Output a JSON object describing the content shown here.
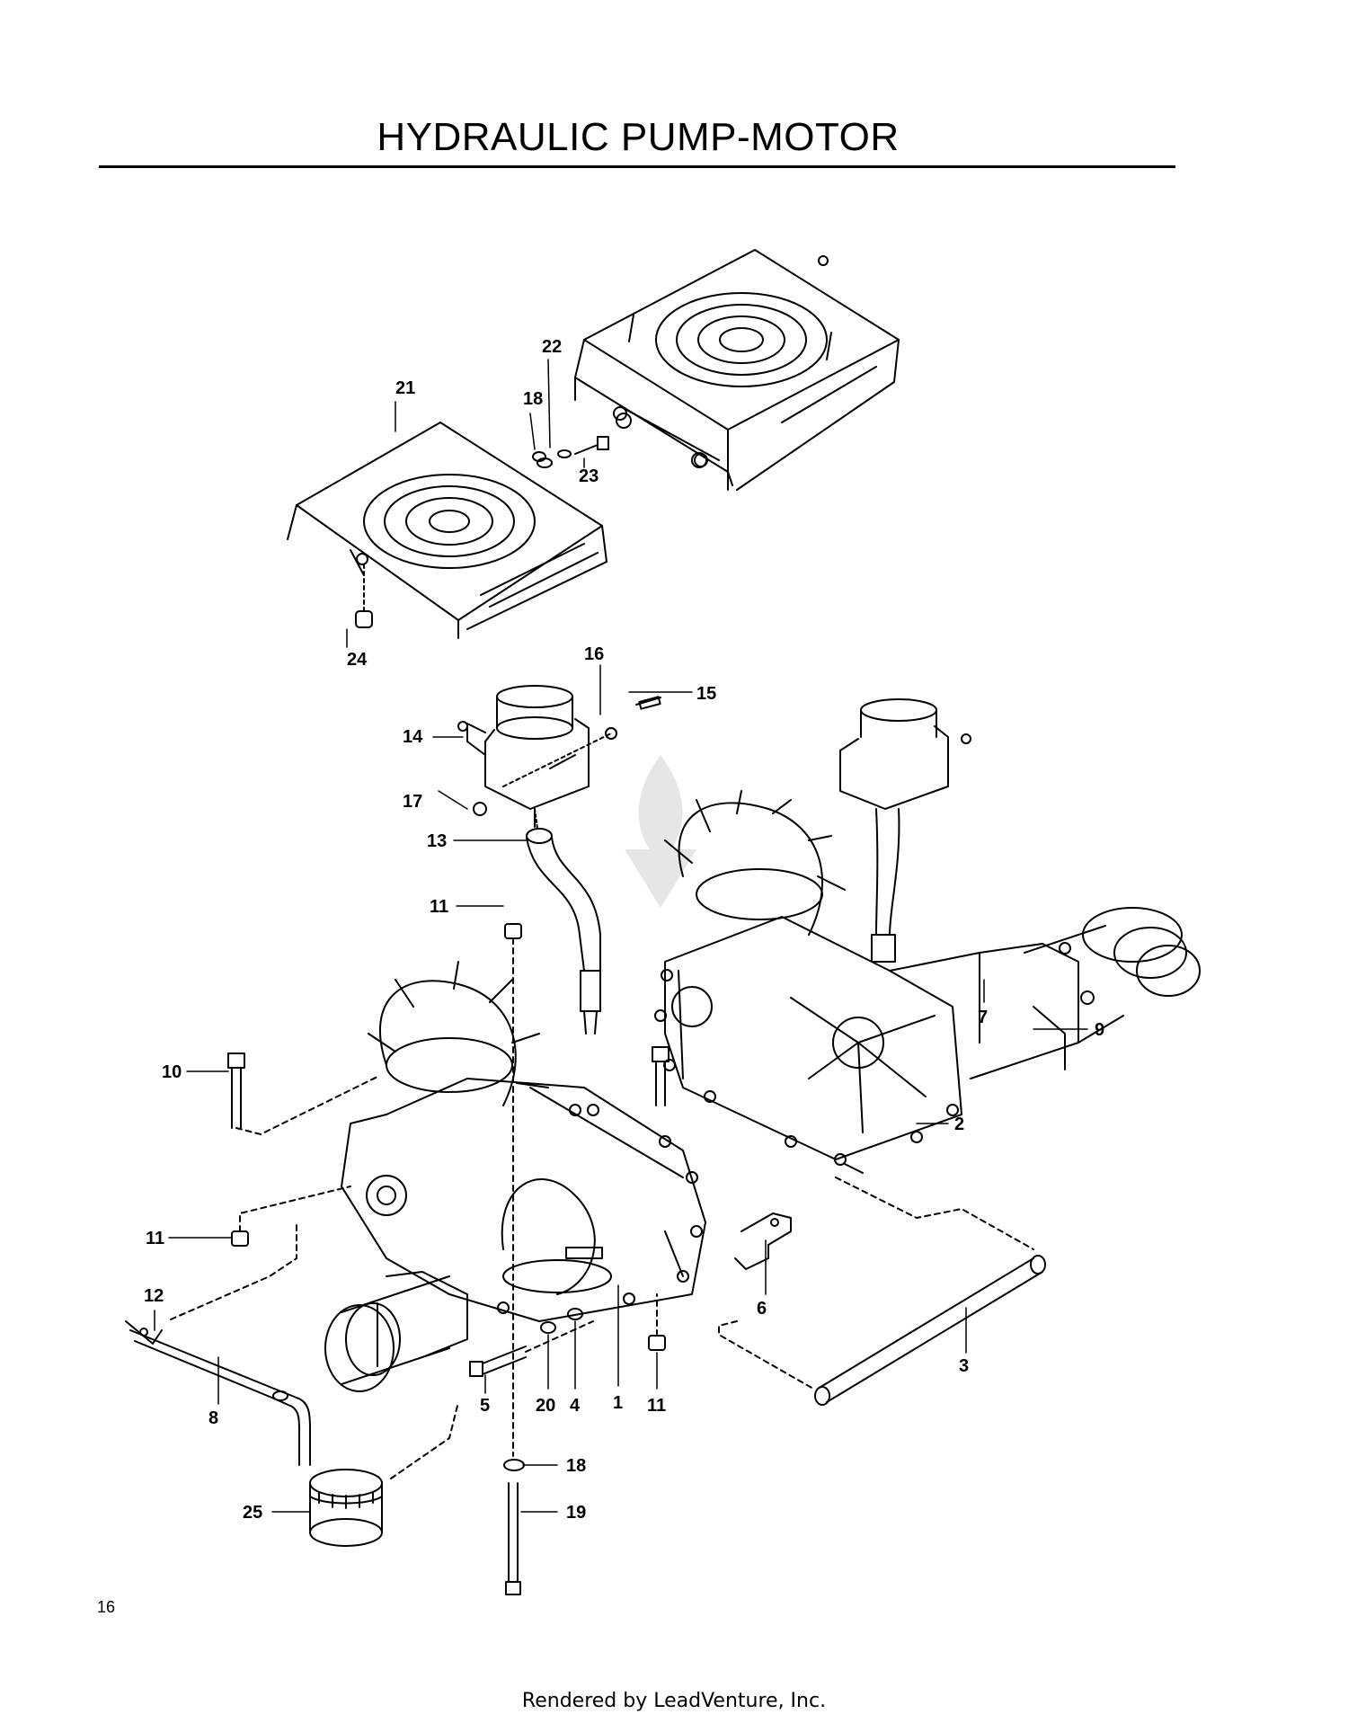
{
  "page": {
    "title": "HYDRAULIC PUMP-MOTOR",
    "page_number": "16",
    "footer": "Rendered by LeadVenture, Inc."
  },
  "callouts": [
    {
      "id": "c1",
      "label": "1"
    },
    {
      "id": "c2",
      "label": "2"
    },
    {
      "id": "c3",
      "label": "3"
    },
    {
      "id": "c4",
      "label": "4"
    },
    {
      "id": "c5",
      "label": "5"
    },
    {
      "id": "c6",
      "label": "6"
    },
    {
      "id": "c7",
      "label": "7"
    },
    {
      "id": "c8",
      "label": "8"
    },
    {
      "id": "c9",
      "label": "9"
    },
    {
      "id": "c10",
      "label": "10"
    },
    {
      "id": "c11a",
      "label": "11"
    },
    {
      "id": "c11b",
      "label": "11"
    },
    {
      "id": "c11c",
      "label": "11"
    },
    {
      "id": "c12",
      "label": "12"
    },
    {
      "id": "c13",
      "label": "13"
    },
    {
      "id": "c14",
      "label": "14"
    },
    {
      "id": "c15",
      "label": "15"
    },
    {
      "id": "c16",
      "label": "16"
    },
    {
      "id": "c17",
      "label": "17"
    },
    {
      "id": "c18a",
      "label": "18"
    },
    {
      "id": "c18b",
      "label": "18"
    },
    {
      "id": "c19",
      "label": "19"
    },
    {
      "id": "c20",
      "label": "20"
    },
    {
      "id": "c21",
      "label": "21"
    },
    {
      "id": "c22",
      "label": "22"
    },
    {
      "id": "c23",
      "label": "23"
    },
    {
      "id": "c24",
      "label": "24"
    },
    {
      "id": "c25",
      "label": "25"
    }
  ]
}
